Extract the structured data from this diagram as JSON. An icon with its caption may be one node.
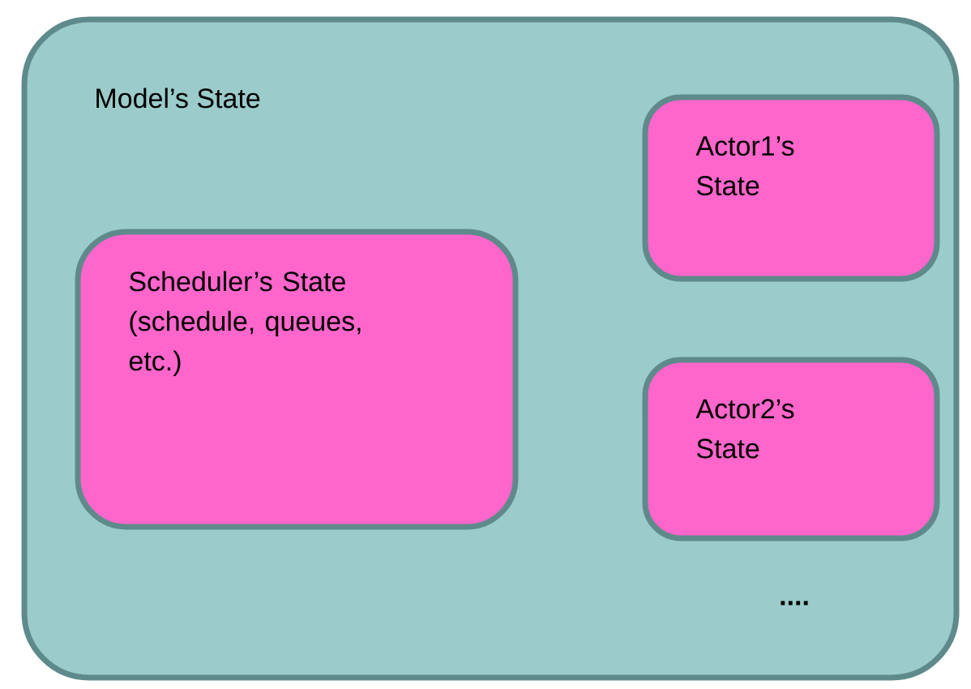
{
  "diagram": {
    "nodes": [
      {
        "text": [
          "Model’s State"
        ]
      },
      {
        "text": [
          "Scheduler’s State (schedule, queues, etc.)"
        ],
        "in": 0
      },
      {
        "text": [
          "Actor1’s State"
        ],
        "in": 0
      },
      {
        "text": [
          "Actor2’s State"
        ],
        "in": 0
      }
    ],
    "labels": [
      "...."
    ]
  }
}
